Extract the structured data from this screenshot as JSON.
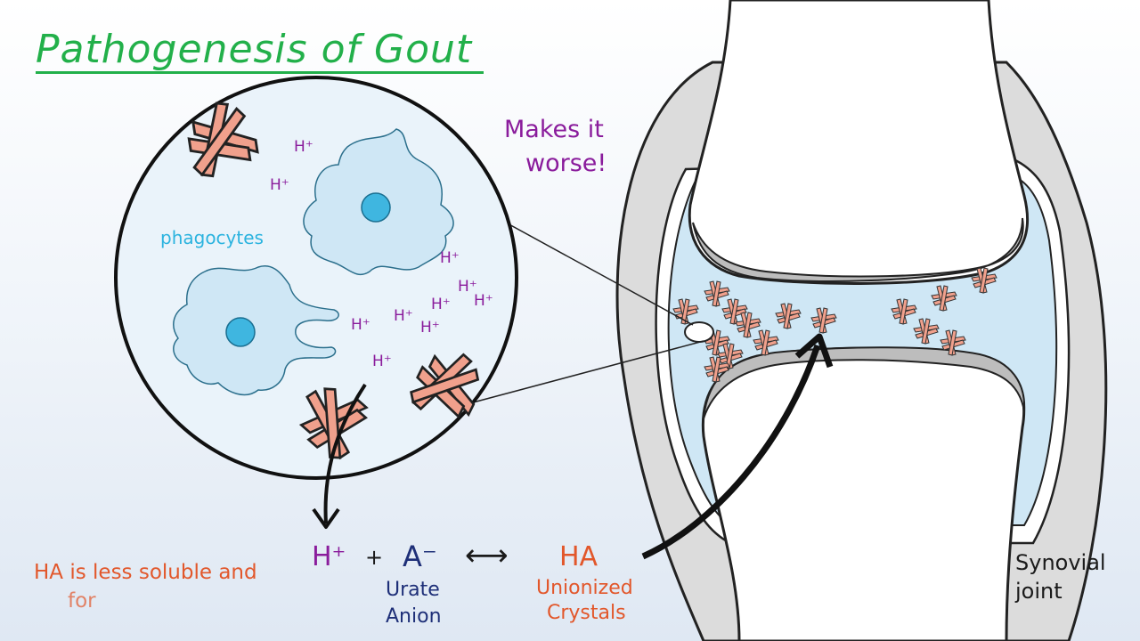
{
  "title": "Pathogenesis of Gout",
  "labels": {
    "phagocytes": "phagocytes",
    "makes_it_worse_line1": "Makes it",
    "makes_it_worse_line2": "worse!",
    "synovial_line1": "Synovial",
    "synovial_line2": "joint",
    "proton_label": "H⁺"
  },
  "equation": {
    "proton": "H⁺",
    "plus": "+",
    "anion": "A⁻",
    "arrow": "⟷",
    "acid": "HA",
    "urate_line1": "Urate",
    "urate_line2": "Anion",
    "unionized_line1": "Unionized",
    "unionized_line2": "Crystals"
  },
  "caption": {
    "line1": "HA is less soluble and",
    "line2": "for"
  },
  "colors": {
    "title_green": "#22b04a",
    "purple": "#8a1c9c",
    "cyan": "#2bb3df",
    "navy": "#1e2f78",
    "orange": "#e2572b",
    "crystal": "#f0a08c",
    "fluid": "#cfe7f5"
  }
}
